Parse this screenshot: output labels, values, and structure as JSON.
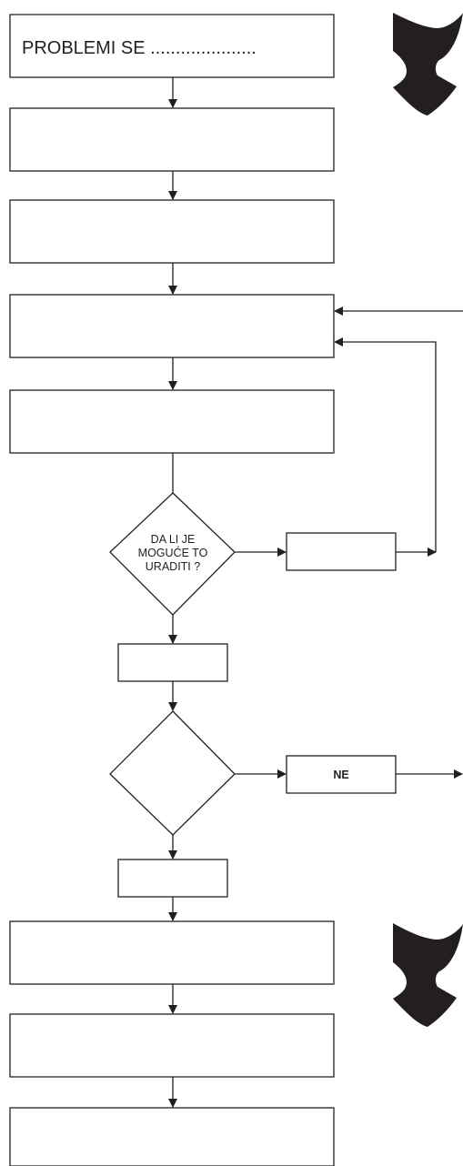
{
  "flowchart": {
    "start_box_text": "PROBLEMI SE .....................",
    "decision_1": {
      "line_1": "DA LI JE",
      "line_2": "MOGUĆE TO",
      "line_3": "URADITI ?"
    },
    "decision_2_no_box": "NE"
  },
  "colors": {
    "ink": "#231f20",
    "background": "#ffffff"
  },
  "icons": [
    "mascot-blob-icon",
    "mascot-blob-icon"
  ]
}
